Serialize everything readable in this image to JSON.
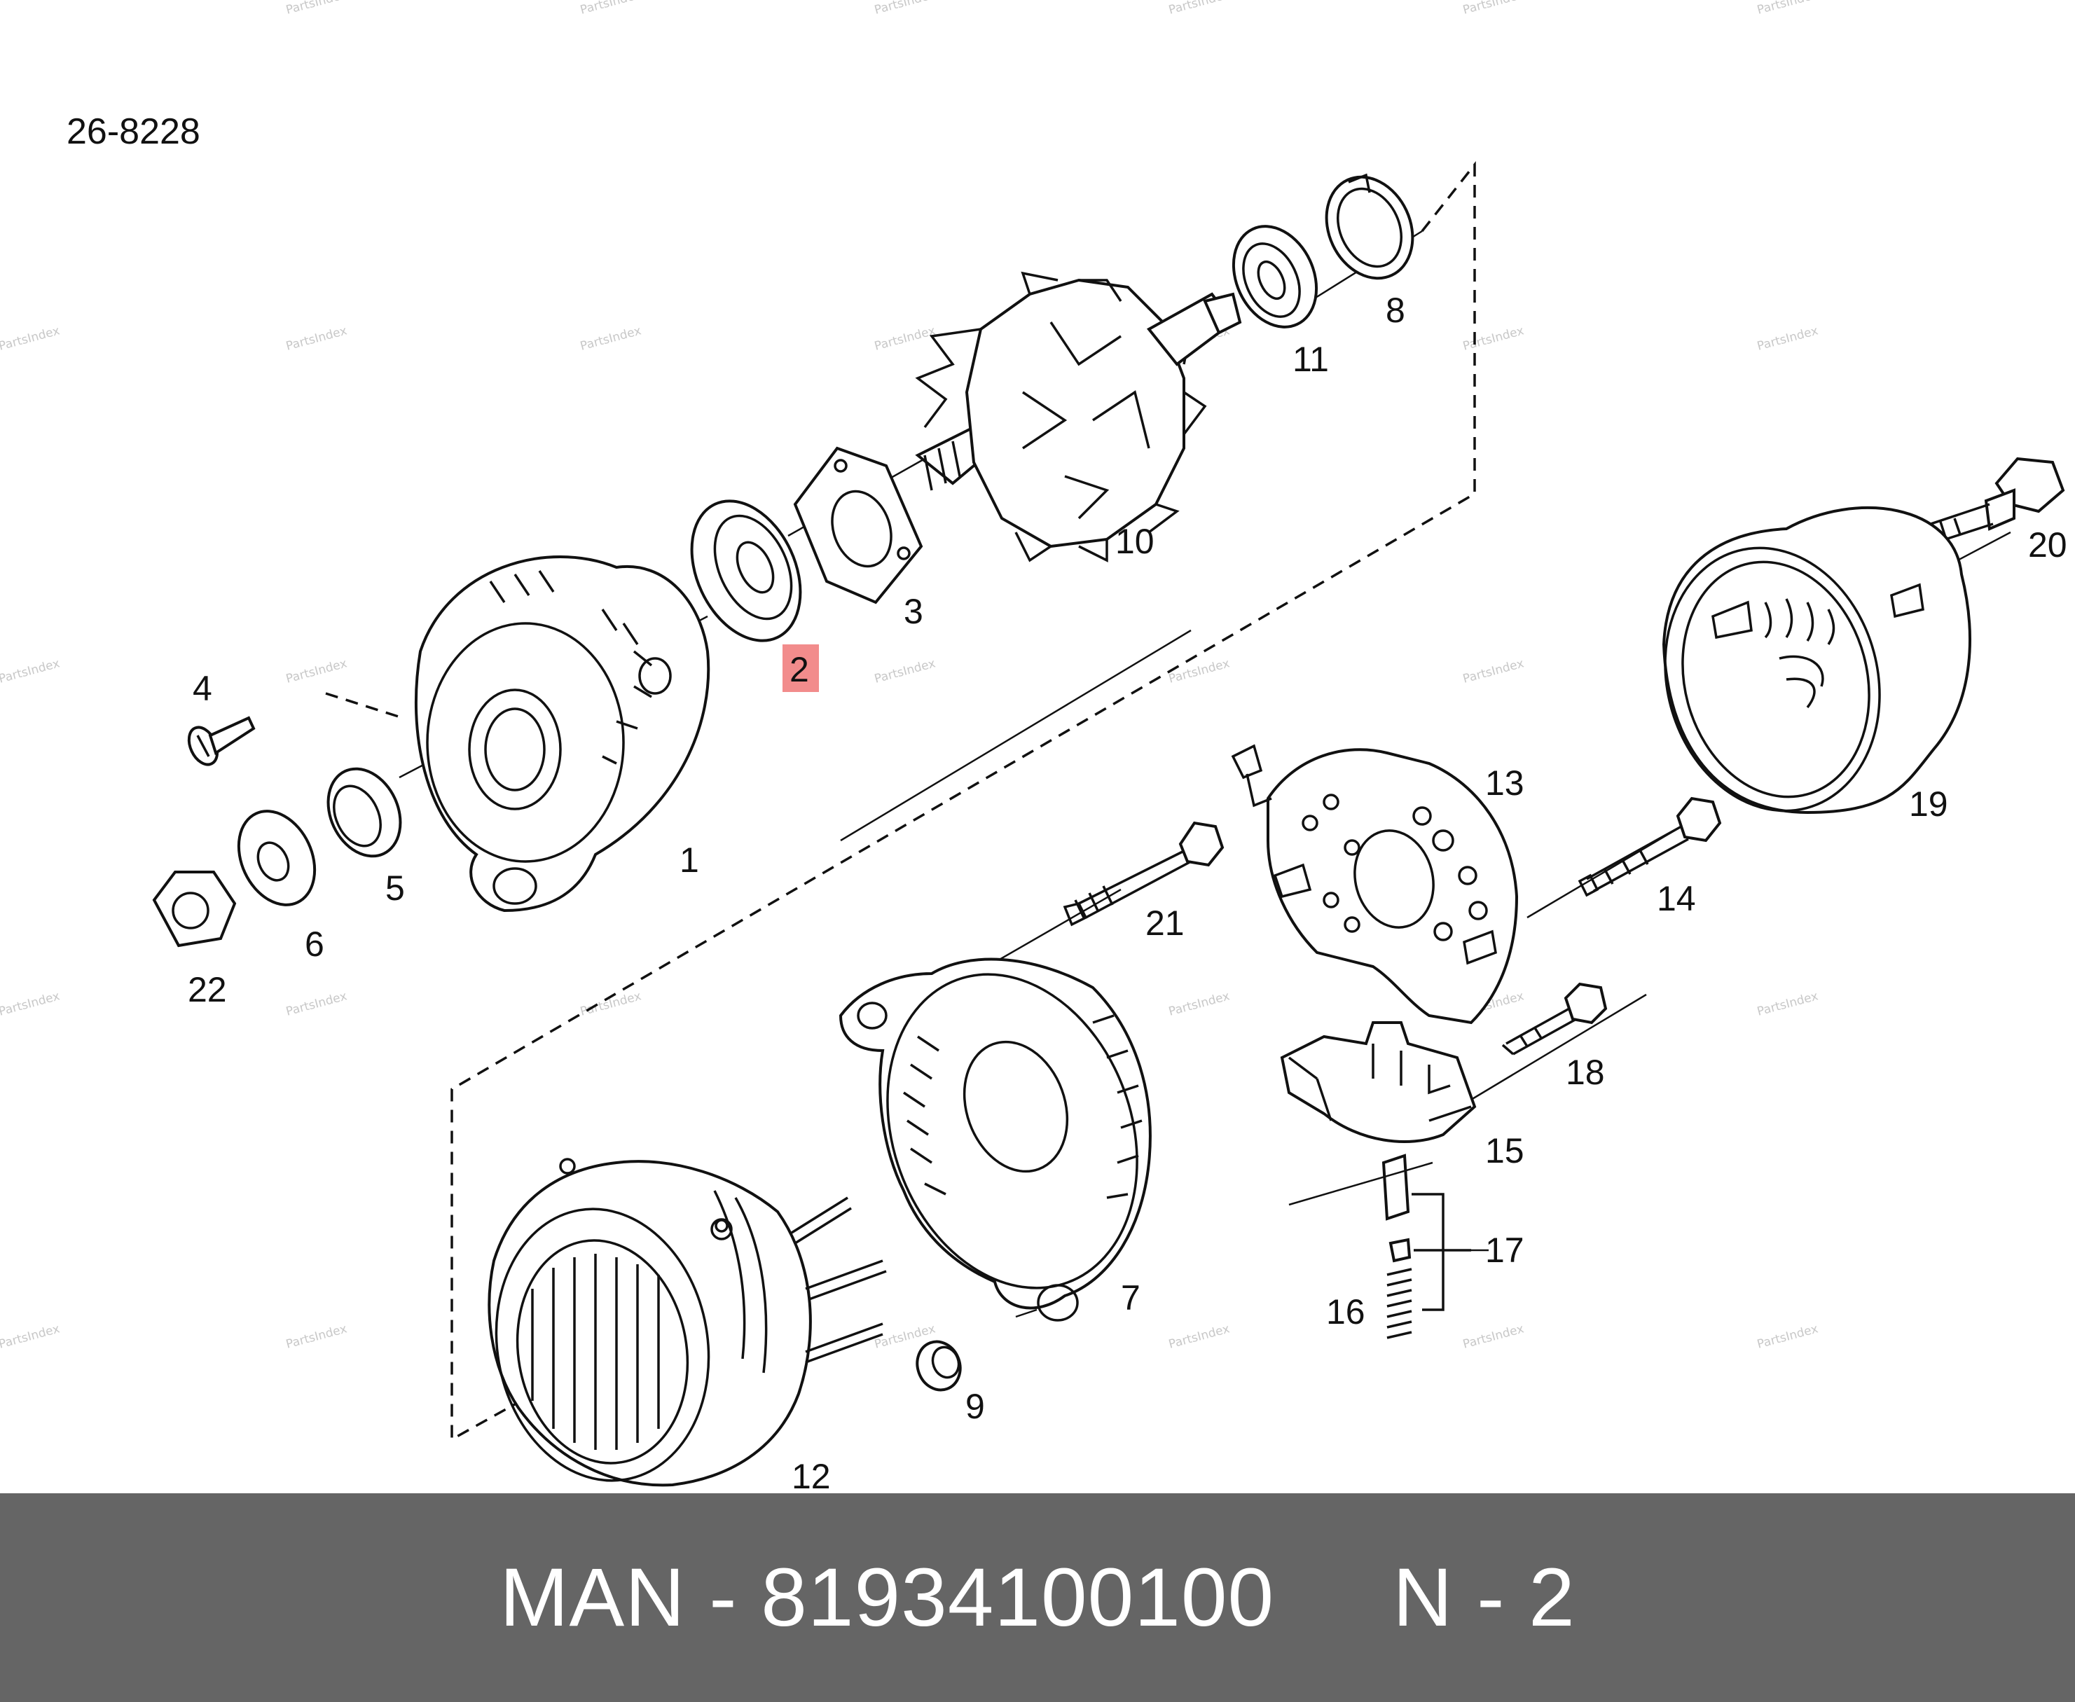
{
  "diagram": {
    "code": "26-8228",
    "watermark": "PartsIndex",
    "highlight_color": "#f28c8c",
    "labels": [
      "1",
      "2",
      "3",
      "4",
      "5",
      "6",
      "7",
      "8",
      "9",
      "10",
      "11",
      "12",
      "13",
      "14",
      "15",
      "16",
      "17",
      "18",
      "19",
      "20",
      "21",
      "22"
    ],
    "highlighted_label": "2"
  },
  "footer": {
    "text": "MAN - 81934100100     N - 2"
  }
}
